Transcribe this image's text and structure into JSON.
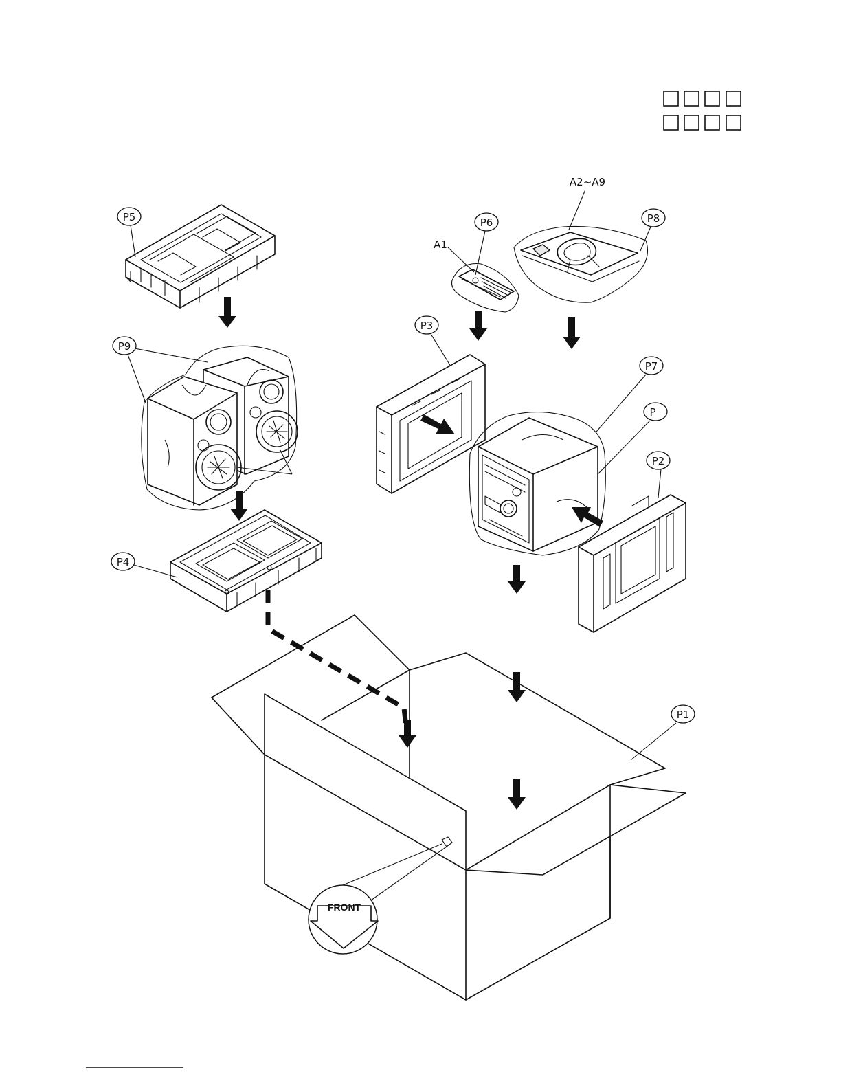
{
  "title_boxes": {
    "rows": 2,
    "cols": 4
  },
  "labels": {
    "p1": "P1",
    "p2": "P2",
    "p3": "P3",
    "p4": "P4",
    "p5": "P5",
    "p6": "P6",
    "p7": "P7",
    "p8": "P8",
    "p9": "P9",
    "p_unlabeled": "P",
    "a1": "A1",
    "a2_a9": "A2~A9"
  },
  "front_marker": "FRONT",
  "colors": {
    "ink": "#111111",
    "footer_rule": "#2d3fbf"
  }
}
